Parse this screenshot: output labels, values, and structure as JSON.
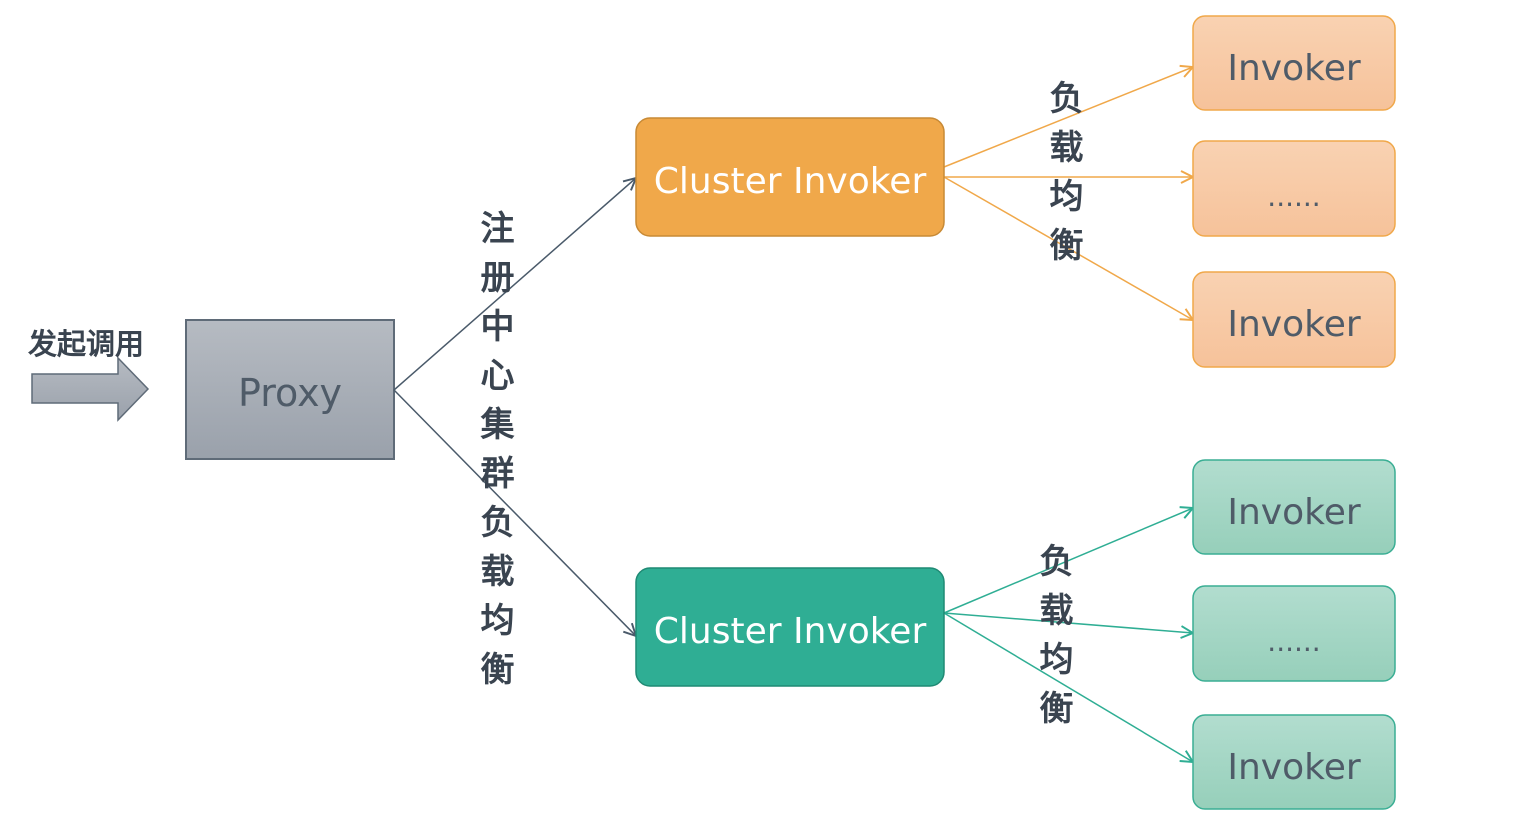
{
  "start": {
    "label": "发起调用"
  },
  "proxy": {
    "label": "Proxy"
  },
  "registry_label": "注册中心集群负载均衡",
  "clusters": [
    {
      "label": "Cluster Invoker",
      "color": "#f0a84a",
      "lb_label": "负载均衡",
      "invokers": [
        "Invoker",
        "......",
        "Invoker"
      ]
    },
    {
      "label": "Cluster Invoker",
      "color": "#2fae94",
      "lb_label": "负载均衡",
      "invokers": [
        "Invoker",
        "......",
        "Invoker"
      ]
    }
  ],
  "colors": {
    "proxy_fill": "#a8aeb6",
    "line": "#4a5a6a",
    "orange_invoker": "#f8c9a6",
    "green_invoker": "#a6d8c6"
  }
}
